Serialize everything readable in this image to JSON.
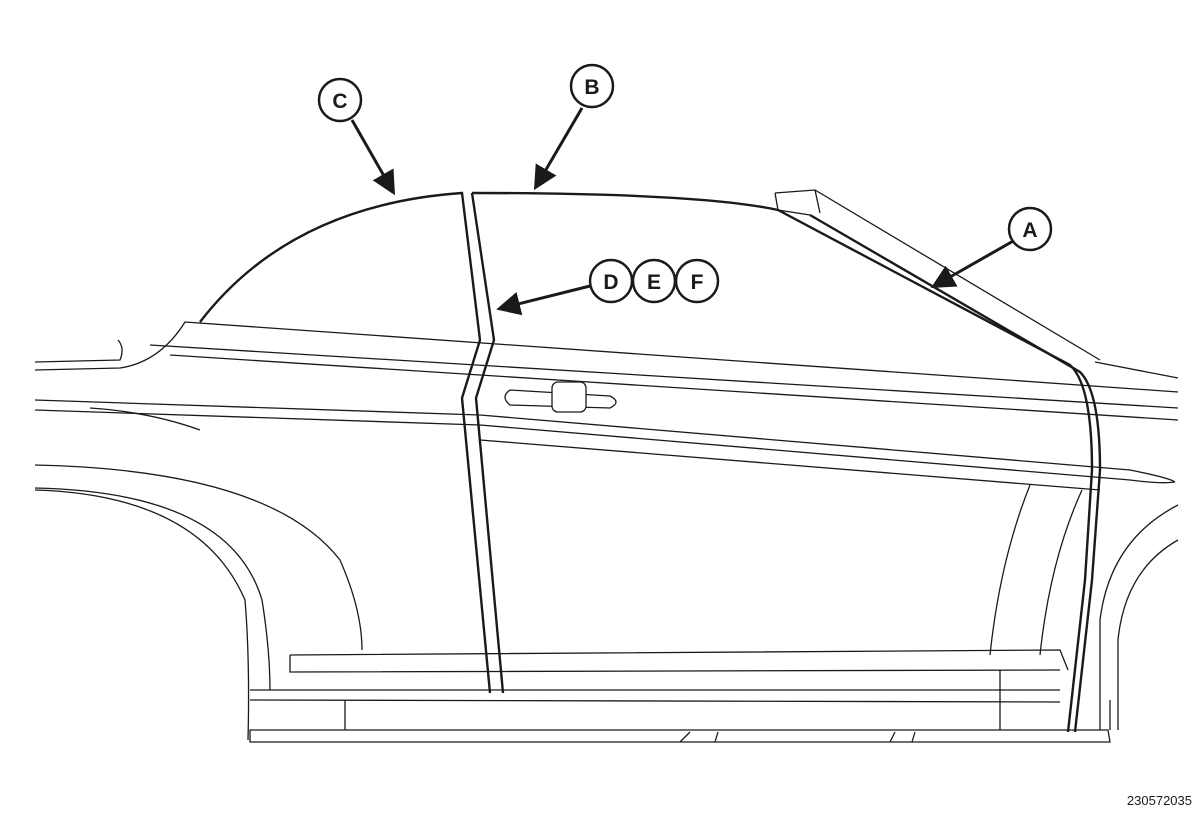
{
  "callouts": {
    "a": "A",
    "b": "B",
    "c": "C",
    "d": "D",
    "e": "E",
    "f": "F"
  },
  "figure_id": "230572035",
  "colors": {
    "line": "#1a1a1a",
    "background": "#ffffff"
  }
}
